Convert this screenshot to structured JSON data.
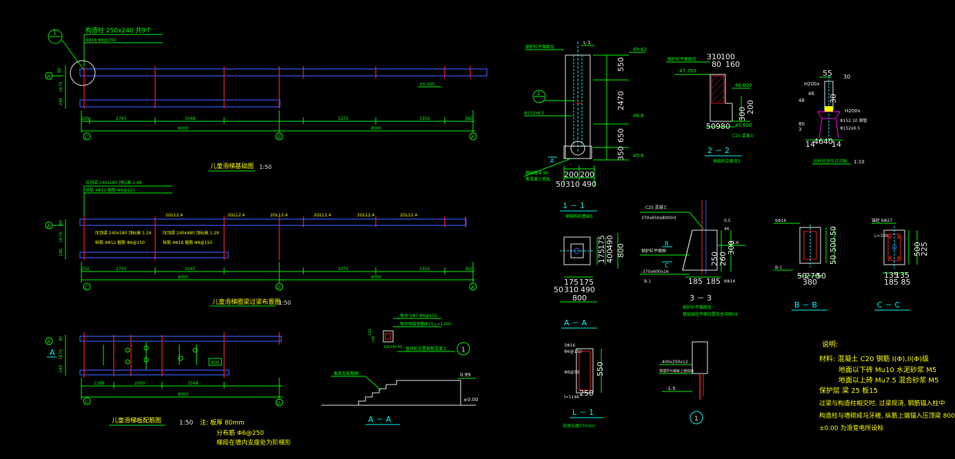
{
  "colors": {
    "background": "#000000",
    "green": "#00ff00",
    "cyan": "#00ffff",
    "blue": "#3a5cff",
    "red": "#ff2020",
    "white": "#f0f0f0",
    "yellow": "#ffff00",
    "magenta": "#ff00ff"
  },
  "plan1": {
    "callout_no": "1",
    "callout_text": "构造柱 250x240 共9个",
    "callout_sub": "4Φ18  Φ6@200",
    "axis_a": "A",
    "dims_left": [
      "90",
      "1670",
      "240"
    ],
    "level": "±0.000",
    "dims_bottom": [
      "205",
      "2795",
      "3048",
      "3275",
      "3350",
      "365"
    ],
    "dims_total": [
      "8000",
      "8000"
    ],
    "axes": [
      "C",
      "D",
      "A"
    ],
    "title": "儿童滑梯基础图",
    "scale": "1:50"
  },
  "plan2": {
    "note1": "压顶梁 240x180 顶标高 2.49",
    "note2": "纵筋 4Φ12  箍筋 Φ6@150",
    "labels": [
      "2GL12.4",
      "2GL12.4",
      "2GL12.4",
      "2GL12.4",
      "2GL12.4",
      "2GL12.4"
    ],
    "beam1": "压顶梁 240x180  顶标高 1.29",
    "beam1b": "纵筋 4Φ12  箍筋 Φ6@150",
    "beam2": "压顶梁 240x480  顶标高 1.29",
    "beam2b": "纵筋 4Φ18  箍筋 Φ6@150",
    "axis_a": "A",
    "dims_left": [
      "90",
      "1670",
      "240"
    ],
    "dims_bottom": [
      "250",
      "2795",
      "3045",
      "3275",
      "3350",
      "365"
    ],
    "dims_total": [
      "8000",
      "8000"
    ],
    "axes": [
      "C",
      "D",
      "A"
    ],
    "title": "儿童滑梯圈梁过梁布置图",
    "scale": "1:50"
  },
  "plan3": {
    "axis_a": "A",
    "section_mark": "A",
    "dims_left": [
      "90",
      "1670",
      "240"
    ],
    "dims_bottom": [
      "1298",
      "2000",
      "2548"
    ],
    "dim_total": "8000",
    "small_dim": "400",
    "axes": [
      "C",
      "D"
    ],
    "title": "儿童滑梯板配筋图",
    "scale": "1:50",
    "note1": "注: 板厚 80mm",
    "note2": "分布筋 Φ6@250",
    "note3": "梯段在墙内支座处为阶梯形"
  },
  "detail1": {
    "note1": "每块 1Φ7 Φ6@150",
    "note2": "每块相接钢筋Φ10,L=1200",
    "note3": "直块处设置钢筋混凝土",
    "dims": [
      "120",
      "240",
      "120",
      "180",
      "60"
    ],
    "callout": "1"
  },
  "aa": {
    "note": "板厚见配筋图",
    "level1": "0.99",
    "level2": "±0.00",
    "title": "A － A"
  },
  "s11": {
    "tag": "L-1",
    "note_top": "钢护栏平面图见",
    "callout": "1",
    "levels": [
      "49.62",
      "46.6",
      "45.6"
    ],
    "dims_right": [
      "550",
      "2470",
      "650",
      "350"
    ],
    "pipe": "Φ152x6.5",
    "marker": "A",
    "note_b1": "基础埋深 80",
    "note_b2": "素混凝土垫层",
    "dims_bottom1": [
      "200",
      "200"
    ],
    "dims_bottom2": [
      "50",
      "310",
      "490"
    ],
    "title": "1 － 1",
    "subtitle": "钢结构柱基础5"
  },
  "s22": {
    "note": "钢护栏平面图见",
    "levels": [
      "47.250",
      "46.600",
      "45.600"
    ],
    "dims_top": [
      "310",
      "100",
      "80",
      "160"
    ],
    "dims_right": [
      "300",
      "200"
    ],
    "dims_bottom": [
      "50",
      "980"
    ],
    "pipe": "C25 混凝土",
    "title": "2 － 2",
    "subtitle": "钢结构立面见5"
  },
  "s3": {
    "dim_top": "55",
    "labels": [
      "H200x",
      "H200x",
      "Φ152.10 钢管",
      "Φ152x6.5"
    ],
    "dims": [
      "30",
      "46",
      "48",
      "80",
      "3",
      "30"
    ],
    "bottom_dims": [
      "14",
      "46",
      "40",
      "14"
    ],
    "title": "栏杆柱顶节点详图",
    "scale": "1:10"
  },
  "sAA": {
    "dims_top": [
      "175",
      "175"
    ],
    "dims_right": [
      "175",
      "175"
    ],
    "dims_r2": [
      "490",
      "400",
      "800"
    ],
    "dims_bottom": [
      "50",
      "310",
      "490"
    ],
    "total": "800",
    "title": "A － A"
  },
  "s33": {
    "note1": "C25 混凝土",
    "note2": "370x650x800(H)",
    "marker_b": "B",
    "marker_c": "C",
    "beam": "B-1",
    "note_l1": "钢护栏平面图",
    "note_l2": "-370x600x16",
    "levels": [
      "46",
      "45.6",
      "0.5"
    ],
    "dims_right": [
      "250",
      "260",
      "300"
    ],
    "dims_bottom": [
      "185",
      "185"
    ],
    "small": "6Φ14",
    "note_b1": "钢护栏平面图见",
    "note_b2": "基础锚栓平面位置见总详图09",
    "title": "3 － 3"
  },
  "sBB": {
    "tag": "6Φ16",
    "tag2": "B-1",
    "dims_right": [
      "50",
      "500",
      "50"
    ],
    "dims_bottom": [
      "50",
      "270",
      "50"
    ],
    "total": "380",
    "title": "B － B"
  },
  "sCC": {
    "tag": "锚栓 6Φ27",
    "tag2": "L=330",
    "dims_right": [
      "500",
      "225"
    ],
    "dims_bottom": [
      "135",
      "135"
    ],
    "total": "185 85",
    "title": "C － C"
  },
  "sL1": {
    "top": [
      "3Φ16",
      "Φ6@150"
    ],
    "left": [
      "Φ6@50"
    ],
    "dim_right": "550",
    "dims_bottom": [
      "250"
    ],
    "note_b": "l=1146",
    "title": "L － 1",
    "subtitle": "支座长度370mm"
  },
  "s1d": {
    "note1": "-400x250x12",
    "note2": "预埋件与钢板上部焊接",
    "level": "-1.5",
    "callout": "1"
  },
  "notes": {
    "heading": "说明:",
    "line1": "材料: 混凝土 C20    钢筋 I(Φ),II(Φ)级",
    "line2": "地面以下砖 Mu10  水泥砂浆 M5",
    "line3": "地面以上砖 Mu7.5 混合砂浆 M5",
    "line4": "保护层  梁 25    板15",
    "line5": "过梁与构造柱相交时, 过梁现浇, 钢筋锚入柱中",
    "line6": "构造柱与墙砌成马牙槎, 纵筋上端锚入压顶梁 800",
    "line7": "±0.00 为滑变电所设标"
  }
}
